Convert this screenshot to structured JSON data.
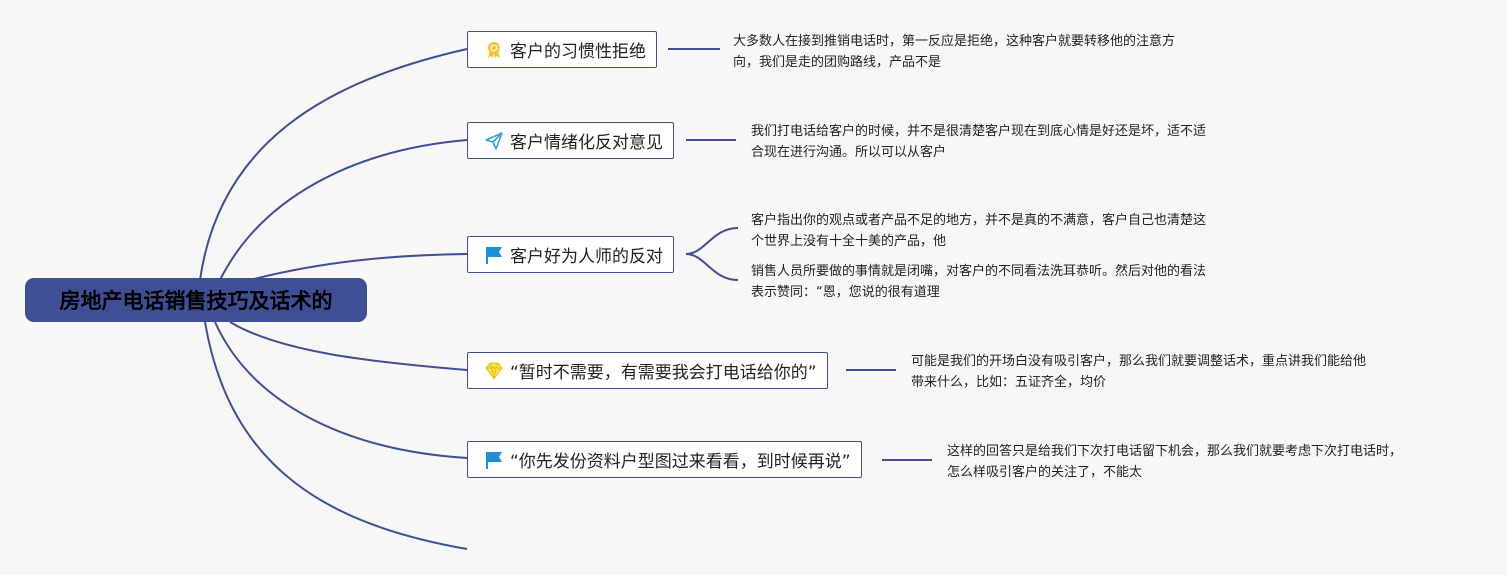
{
  "root": {
    "label": "房地产电话销售技巧及话术的"
  },
  "colors": {
    "line": "#3f4f96",
    "root_bg": "#3f4f96",
    "node_border": "#3f4f96"
  },
  "branches": [
    {
      "label": "客户的习惯性拒绝",
      "icon": "award-ribbon-icon",
      "notes": [
        {
          "lines": [
            "大多数人在接到推销电话时，第一反应是拒绝，这种客户就要转移他的注意方",
            "向，我们是走的团购路线，产品不是"
          ]
        }
      ]
    },
    {
      "label": "客户情绪化反对意见",
      "icon": "paper-plane-icon",
      "notes": [
        {
          "lines": [
            "我们打电话给客户的时候，并不是很清楚客户现在到底心情是好还是坏，适不适",
            "合现在进行沟通。所以可以从客户"
          ]
        }
      ]
    },
    {
      "label": "客户好为人师的反对",
      "icon": "flag-icon",
      "notes": [
        {
          "lines": [
            "客户指出你的观点或者产品不足的地方，并不是真的不满意，客户自己也清楚这",
            "个世界上没有十全十美的产品，他"
          ]
        },
        {
          "lines": [
            "销售人员所要做的事情就是闭嘴，对客户的不同看法洗耳恭听。然后对他的看法",
            "表示赞同：“恩，您说的很有道理"
          ]
        }
      ]
    },
    {
      "label": "“暂时不需要，有需要我会打电话给你的”",
      "icon": "diamond-icon",
      "notes": [
        {
          "lines": [
            "可能是我们的开场白没有吸引客户，那么我们就要调整话术，重点讲我们能给他",
            "带来什么，比如：五证齐全，均价"
          ]
        }
      ]
    },
    {
      "label": "“你先发份资料户型图过来看看，到时候再说”",
      "icon": "flag-icon",
      "notes": [
        {
          "lines": [
            "这样的回答只是给我们下次打电话留下机会，那么我们就要考虑下次打电话时，",
            "怎么样吸引客户的关注了，不能太"
          ]
        }
      ]
    }
  ]
}
